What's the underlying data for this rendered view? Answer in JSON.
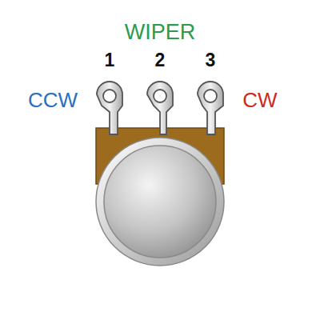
{
  "diagram": {
    "labels": [
      "WIPER",
      "1",
      "2",
      "3",
      "CCW",
      "CW"
    ]
  }
}
